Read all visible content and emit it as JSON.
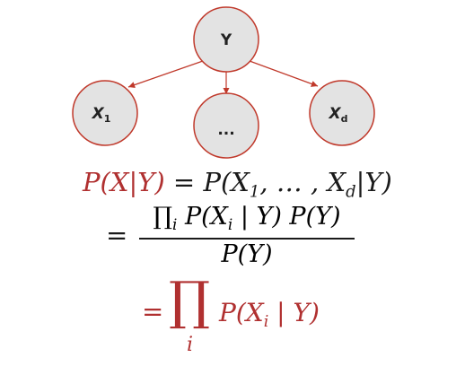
{
  "diagram": {
    "nodes": [
      {
        "id": "Y",
        "label": "Y"
      },
      {
        "id": "X1",
        "label": "X",
        "sub": "1"
      },
      {
        "id": "dots",
        "label": "..."
      },
      {
        "id": "Xd",
        "label": "X",
        "sub": "d"
      }
    ],
    "edges": [
      {
        "from": "Y",
        "to": "X1"
      },
      {
        "from": "Y",
        "to": "dots"
      },
      {
        "from": "Y",
        "to": "Xd"
      }
    ],
    "colors": {
      "node_fill": "#e3e3e3",
      "node_stroke": "#c0392b",
      "edge": "#c0392b",
      "emphasis": "#b03030"
    }
  },
  "equation": {
    "line1_lhs": "P(X|Y)",
    "line1_rest": " = P(X",
    "line1_sub1": "1",
    "line1_mid": ", … , X",
    "line1_subd": "d",
    "line1_end": "|Y)",
    "eq_sign": "=",
    "numerator_prod": "∏",
    "numerator_i": "i",
    "numerator_rest": " P(X",
    "numerator_sub_i": "i",
    "numerator_end": " | Y) P(Y)",
    "denominator": "P(Y)",
    "line3_eq": "=",
    "line3_prod": "∏",
    "line3_prod_sub": "i",
    "line3_term": "P(X",
    "line3_term_sub": "i",
    "line3_term_end": " | Y)"
  }
}
